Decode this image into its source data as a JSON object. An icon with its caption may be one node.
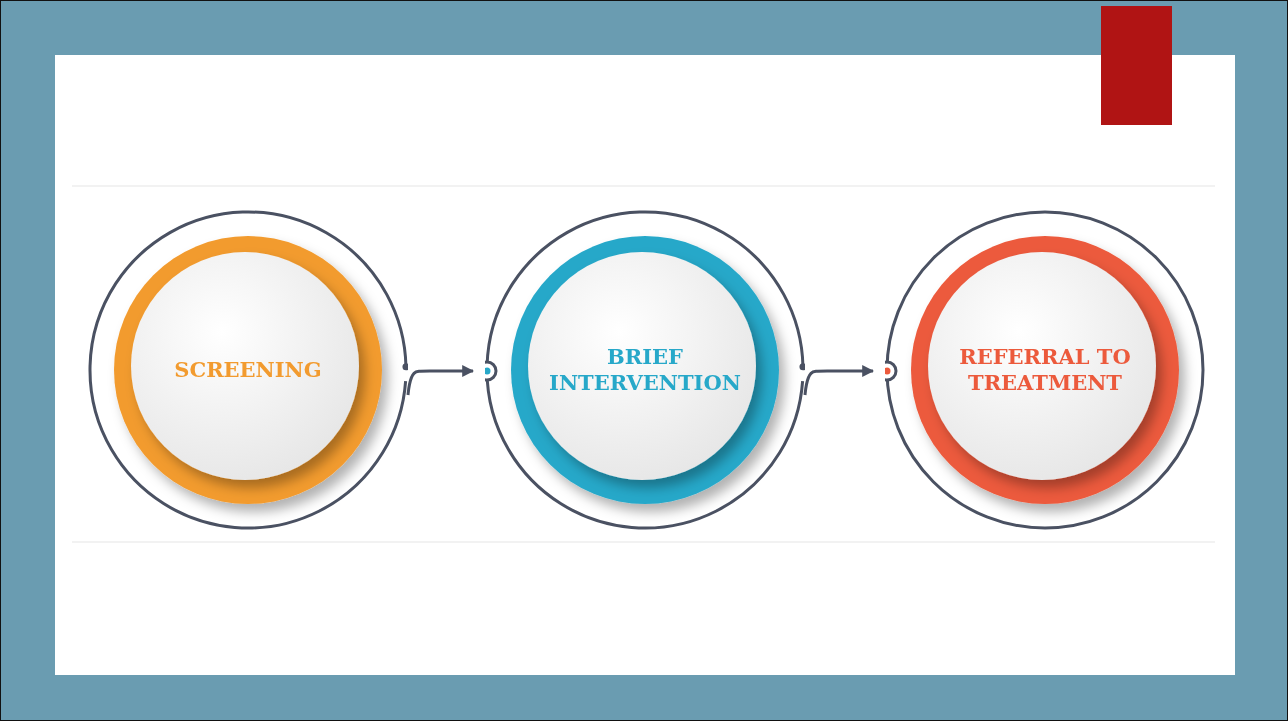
{
  "diagram": {
    "nodes": [
      {
        "text": [
          "SCREENING"
        ]
      },
      {
        "text": [
          "BRIEF INTERVENTION"
        ]
      },
      {
        "text": [
          "REFERRAL TO TREATMENT"
        ]
      }
    ],
    "edges": [
      {
        "from": 0,
        "to": 1,
        "arrow": "to"
      },
      {
        "from": 1,
        "to": 2,
        "arrow": "to"
      }
    ]
  }
}
